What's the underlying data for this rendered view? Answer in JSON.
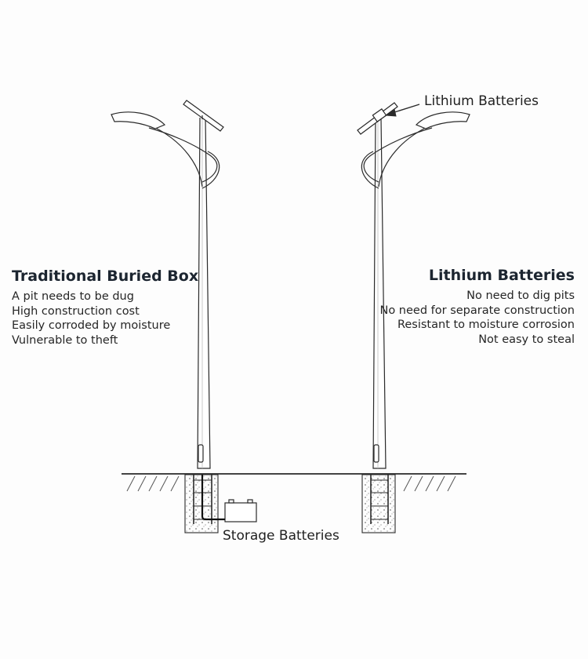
{
  "left_panel": {
    "title": "Traditional Buried Box",
    "points": [
      "A pit needs to be dug",
      "High construction cost",
      "Easily corroded by moisture",
      "Vulnerable to theft"
    ]
  },
  "right_panel": {
    "title": "Lithium Batteries",
    "points": [
      "No need to dig pits",
      "No need for separate construction",
      "Resistant to moisture corrosion",
      "Not easy to steal"
    ]
  },
  "callouts": {
    "top_right": "Lithium Batteries",
    "bottom_left": "Storage Batteries"
  },
  "colors": {
    "line": "#2a2a2a",
    "background": "#fdfdfd",
    "heading": "#1c2530"
  }
}
